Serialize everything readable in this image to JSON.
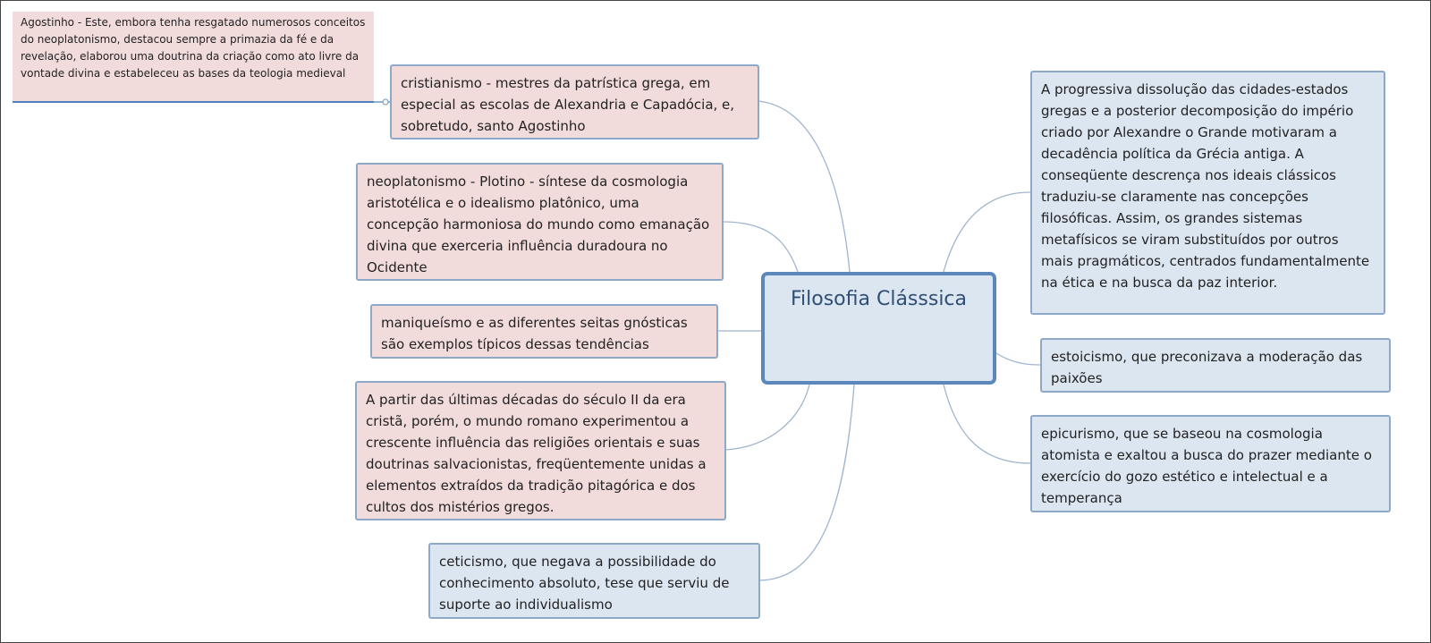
{
  "center": {
    "title": "Filosofia Clásssica"
  },
  "note": {
    "text": "Agostinho - Este, embora tenha resgatado numerosos conceitos do neoplatonismo, destacou sempre a primazia da fé e da revelação, elaborou uma doutrina da criação como ato livre da vontade divina e estabeleceu as bases da teologia medieval"
  },
  "left_nodes": [
    {
      "text": "cristianismo - mestres da patrística grega, em especial as escolas de Alexandria e Capadócia, e, sobretudo, santo Agostinho"
    },
    {
      "text": "neoplatonismo - Plotino - síntese da cosmologia aristotélica e o idealismo platônico, uma concepção harmoniosa do mundo como emanação divina que exerceria influência duradoura no Ocidente"
    },
    {
      "text": "maniqueísmo e as diferentes seitas gnósticas são exemplos típicos dessas tendências"
    },
    {
      "text": "A partir das últimas décadas do século II da era cristã, porém, o mundo romano experimentou a crescente influência das religiões orientais e suas doutrinas salvacionistas, freqüentemente unidas a elementos extraídos da tradição pitagórica e dos cultos dos mistérios gregos."
    },
    {
      "text": "ceticismo, que negava a possibilidade do conhecimento absoluto, tese que serviu de suporte ao individualismo"
    }
  ],
  "right_nodes": [
    {
      "text": "A progressiva dissolução das cidades-estados gregas e a posterior decomposição do império criado por Alexandre o Grande motivaram a decadência política da Grécia antiga. A conseqüente descrença nos ideais clássicos traduziu-se claramente nas concepções filosóficas. Assim, os grandes sistemas metafísicos se viram substituídos por outros mais pragmáticos, centrados fundamentalmente na ética e na busca da paz interior."
    },
    {
      "text": "estoicismo, que preconizava a moderação das paixões"
    },
    {
      "text": "epicurismo, que se baseou na cosmologia atomista e exaltou a busca do prazer mediante o exercício do gozo estético e intelectual e a temperança"
    }
  ],
  "colors": {
    "pink": "#f2dcdb",
    "blue": "#dce6f1",
    "center_border": "#5b87bb",
    "link": "#8ea9c8"
  }
}
